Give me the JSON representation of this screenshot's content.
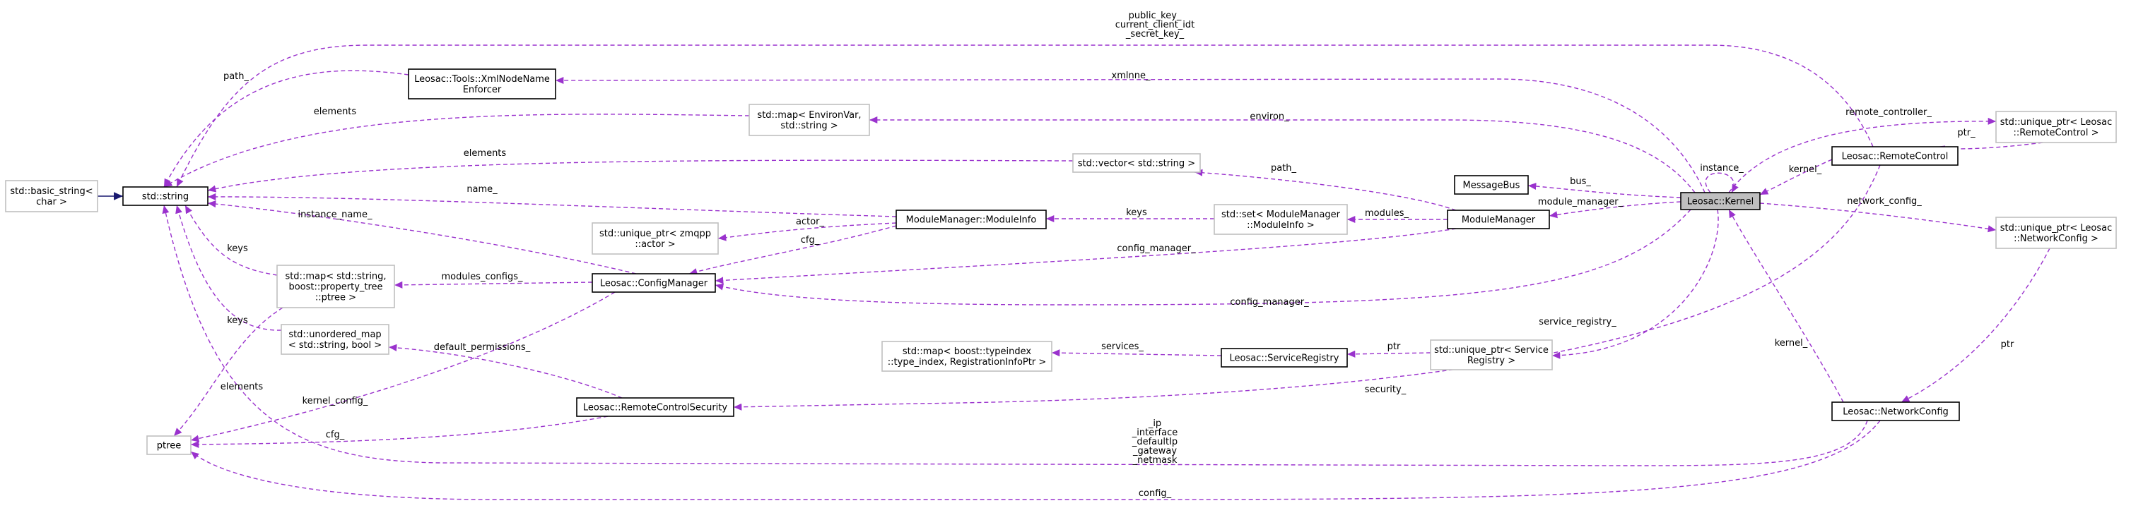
{
  "nodes": {
    "kernel": {
      "lines": [
        "Leosac::Kernel"
      ],
      "style": "focus"
    },
    "string": {
      "lines": [
        "std::string"
      ],
      "style": "solid"
    },
    "basic_string": {
      "lines": [
        "std::basic_string<",
        "char >"
      ],
      "style": "grey"
    },
    "xmlnode": {
      "lines": [
        "Leosac::Tools::XmlNodeName",
        "Enforcer"
      ],
      "style": "solid"
    },
    "environ_map": {
      "lines": [
        "std::map< EnvironVar,",
        "std::string >"
      ],
      "style": "grey"
    },
    "vector_string": {
      "lines": [
        "std::vector< std::string >"
      ],
      "style": "grey"
    },
    "module_info": {
      "lines": [
        "ModuleManager::ModuleInfo"
      ],
      "style": "solid"
    },
    "zmqpp_actor": {
      "lines": [
        "std::unique_ptr< zmqpp",
        "::actor >"
      ],
      "style": "grey"
    },
    "config_manager": {
      "lines": [
        "Leosac::ConfigManager"
      ],
      "style": "solid"
    },
    "ptree_map": {
      "lines": [
        "std::map< std::string,",
        "boost::property_tree",
        "::ptree >"
      ],
      "style": "grey"
    },
    "unordered_map": {
      "lines": [
        "std::unordered_map",
        "< std::string, bool >"
      ],
      "style": "grey"
    },
    "ptree": {
      "lines": [
        "ptree"
      ],
      "style": "grey"
    },
    "rcs": {
      "lines": [
        "Leosac::RemoteControlSecurity"
      ],
      "style": "solid"
    },
    "typeindex_map": {
      "lines": [
        "std::map< boost::typeindex",
        "::type_index, RegistrationInfoPtr >"
      ],
      "style": "grey"
    },
    "service_registry": {
      "lines": [
        "Leosac::ServiceRegistry"
      ],
      "style": "solid"
    },
    "up_service_registry": {
      "lines": [
        "std::unique_ptr< Service",
        "Registry >"
      ],
      "style": "grey"
    },
    "set_moduleinfo": {
      "lines": [
        "std::set< ModuleManager",
        "::ModuleInfo >"
      ],
      "style": "grey"
    },
    "module_manager": {
      "lines": [
        "ModuleManager"
      ],
      "style": "solid"
    },
    "message_bus": {
      "lines": [
        "MessageBus"
      ],
      "style": "solid"
    },
    "remote_control": {
      "lines": [
        "Leosac::RemoteControl"
      ],
      "style": "solid"
    },
    "up_remote_control": {
      "lines": [
        "std::unique_ptr< Leosac",
        "::RemoteControl >"
      ],
      "style": "grey"
    },
    "up_network_config": {
      "lines": [
        "std::unique_ptr< Leosac",
        "::NetworkConfig >"
      ],
      "style": "grey"
    },
    "network_config": {
      "lines": [
        "Leosac::NetworkConfig"
      ],
      "style": "solid"
    }
  },
  "edges": [
    {
      "from": "basic_string",
      "to": "string",
      "kind": "inheritance",
      "label": []
    },
    {
      "from": "xmlnode",
      "to": "string",
      "kind": "usage",
      "label": [
        "path_"
      ]
    },
    {
      "from": "environ_map",
      "to": "string",
      "kind": "usage",
      "label": [
        "elements"
      ]
    },
    {
      "from": "vector_string",
      "to": "string",
      "kind": "usage",
      "label": [
        "elements"
      ]
    },
    {
      "from": "module_info",
      "to": "string",
      "kind": "usage",
      "label": [
        "name_"
      ]
    },
    {
      "from": "config_manager",
      "to": "string",
      "kind": "usage",
      "label": [
        "instance_name_"
      ]
    },
    {
      "from": "ptree_map",
      "to": "string",
      "kind": "usage",
      "label": [
        "keys"
      ]
    },
    {
      "from": "unordered_map",
      "to": "string",
      "kind": "usage",
      "label": [
        "keys"
      ]
    },
    {
      "from": "remote_control",
      "to": "string",
      "kind": "usage",
      "label": [
        "public_key_",
        "current_client_idt",
        "_secret_key_"
      ]
    },
    {
      "from": "network_config",
      "to": "string",
      "kind": "usage",
      "label": [
        "_ip",
        "_interface",
        "_defaultIp",
        "_gateway",
        "_netmask"
      ]
    },
    {
      "from": "kernel",
      "to": "xmlnode",
      "kind": "usage",
      "label": [
        "xmlnne_"
      ]
    },
    {
      "from": "kernel",
      "to": "environ_map",
      "kind": "usage",
      "label": [
        "environ_"
      ]
    },
    {
      "from": "module_manager",
      "to": "vector_string",
      "kind": "usage",
      "label": [
        "path_"
      ]
    },
    {
      "from": "module_info",
      "to": "zmqpp_actor",
      "kind": "usage",
      "label": [
        "actor_"
      ]
    },
    {
      "from": "module_info",
      "to": "config_manager",
      "kind": "usage",
      "label": [
        "cfg_"
      ]
    },
    {
      "from": "set_moduleinfo",
      "to": "module_info",
      "kind": "usage",
      "label": [
        "keys"
      ]
    },
    {
      "from": "module_manager",
      "to": "set_moduleinfo",
      "kind": "usage",
      "label": [
        "modules_"
      ]
    },
    {
      "from": "module_manager",
      "to": "config_manager",
      "kind": "usage",
      "label": [
        "config_manager_"
      ]
    },
    {
      "from": "kernel",
      "to": "config_manager",
      "kind": "usage",
      "label": [
        "config_manager_"
      ]
    },
    {
      "from": "config_manager",
      "to": "ptree_map",
      "kind": "usage",
      "label": [
        "modules_configs_"
      ]
    },
    {
      "from": "config_manager",
      "to": "ptree",
      "kind": "usage",
      "label": [
        "kernel_config_"
      ]
    },
    {
      "from": "ptree_map",
      "to": "ptree",
      "kind": "usage",
      "label": [
        "elements"
      ]
    },
    {
      "from": "rcs",
      "to": "unordered_map",
      "kind": "usage",
      "label": [
        "default_permissions_"
      ]
    },
    {
      "from": "rcs",
      "to": "ptree",
      "kind": "usage",
      "label": [
        "cfg_"
      ]
    },
    {
      "from": "network_config",
      "to": "ptree",
      "kind": "usage",
      "label": [
        "config_"
      ]
    },
    {
      "from": "service_registry",
      "to": "typeindex_map",
      "kind": "usage",
      "label": [
        "services_"
      ]
    },
    {
      "from": "up_service_registry",
      "to": "service_registry",
      "kind": "usage",
      "label": [
        "ptr"
      ]
    },
    {
      "from": "kernel",
      "to": "up_service_registry",
      "kind": "usage",
      "label": [
        "service_registry_"
      ]
    },
    {
      "from": "kernel",
      "to": "module_manager",
      "kind": "usage",
      "label": [
        "module_manager_"
      ]
    },
    {
      "from": "kernel",
      "to": "message_bus",
      "kind": "usage",
      "label": [
        "bus_"
      ]
    },
    {
      "from": "kernel",
      "to": "kernel",
      "kind": "usage",
      "label": [
        "instance_"
      ]
    },
    {
      "from": "remote_control",
      "to": "kernel",
      "kind": "usage",
      "label": [
        "kernel_"
      ]
    },
    {
      "from": "network_config",
      "to": "kernel",
      "kind": "usage",
      "label": [
        "kernel_"
      ]
    },
    {
      "from": "kernel",
      "to": "up_remote_control",
      "kind": "usage",
      "label": [
        "remote_controller_"
      ]
    },
    {
      "from": "up_remote_control",
      "to": "remote_control",
      "kind": "usage",
      "label": [
        "ptr_"
      ]
    },
    {
      "from": "kernel",
      "to": "up_network_config",
      "kind": "usage",
      "label": [
        "network_config_"
      ]
    },
    {
      "from": "up_network_config",
      "to": "network_config",
      "kind": "usage",
      "label": [
        "ptr"
      ]
    },
    {
      "from": "remote_control",
      "to": "rcs",
      "kind": "usage",
      "label": [
        "security_"
      ]
    }
  ],
  "colors": {
    "usage_edge": "#9a32cd",
    "inheritance_edge": "#191970",
    "focus_fill": "#bfbfbf",
    "grey_border": "#bfbfbf"
  }
}
